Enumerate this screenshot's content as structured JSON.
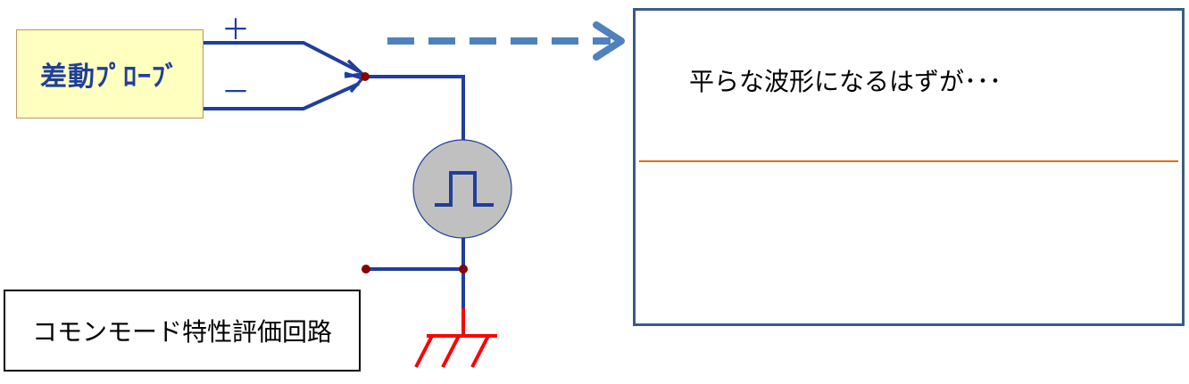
{
  "probe": {
    "label": "差動ﾌﾟﾛｰﾌﾞ",
    "plus_sign": "＋",
    "minus_sign": "－"
  },
  "title": {
    "label": "コモンモード特性評価回路"
  },
  "scope": {
    "caption": "平らな波形になるはずが･･･",
    "waveform_color": "#e36c0a"
  },
  "colors": {
    "wire": "#1f3f9a",
    "ground": "#ff0000",
    "node": "#8b0000",
    "arrow": "#4f81bd",
    "source_fill": "#c0c0c0"
  }
}
